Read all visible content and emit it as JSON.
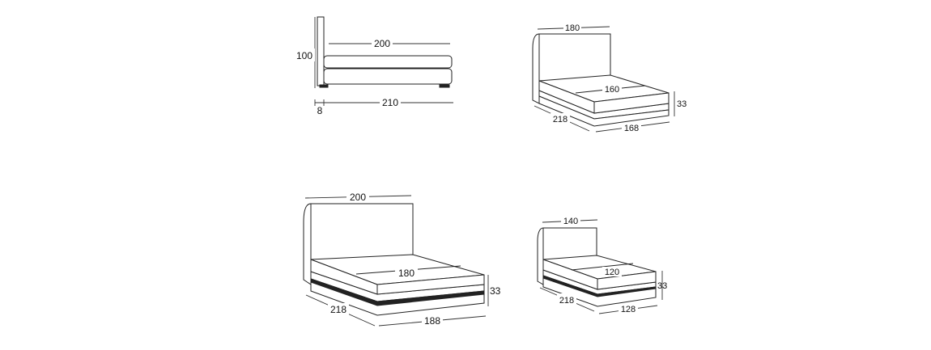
{
  "side_view": {
    "headboard_height": "100",
    "mattress_length": "200",
    "total_length": "210",
    "headboard_thickness": "8"
  },
  "bed_160": {
    "headboard_width": "180",
    "mattress_width": "160",
    "side_length": "218",
    "base_width": "168",
    "base_height": "33"
  },
  "bed_180": {
    "headboard_width": "200",
    "mattress_width": "180",
    "side_length": "218",
    "base_width": "188",
    "base_height": "33"
  },
  "bed_120": {
    "headboard_width": "140",
    "mattress_width": "120",
    "side_length": "218",
    "base_width": "128",
    "base_height": "33"
  },
  "colors": {
    "line": "#222222",
    "background": "#ffffff"
  }
}
